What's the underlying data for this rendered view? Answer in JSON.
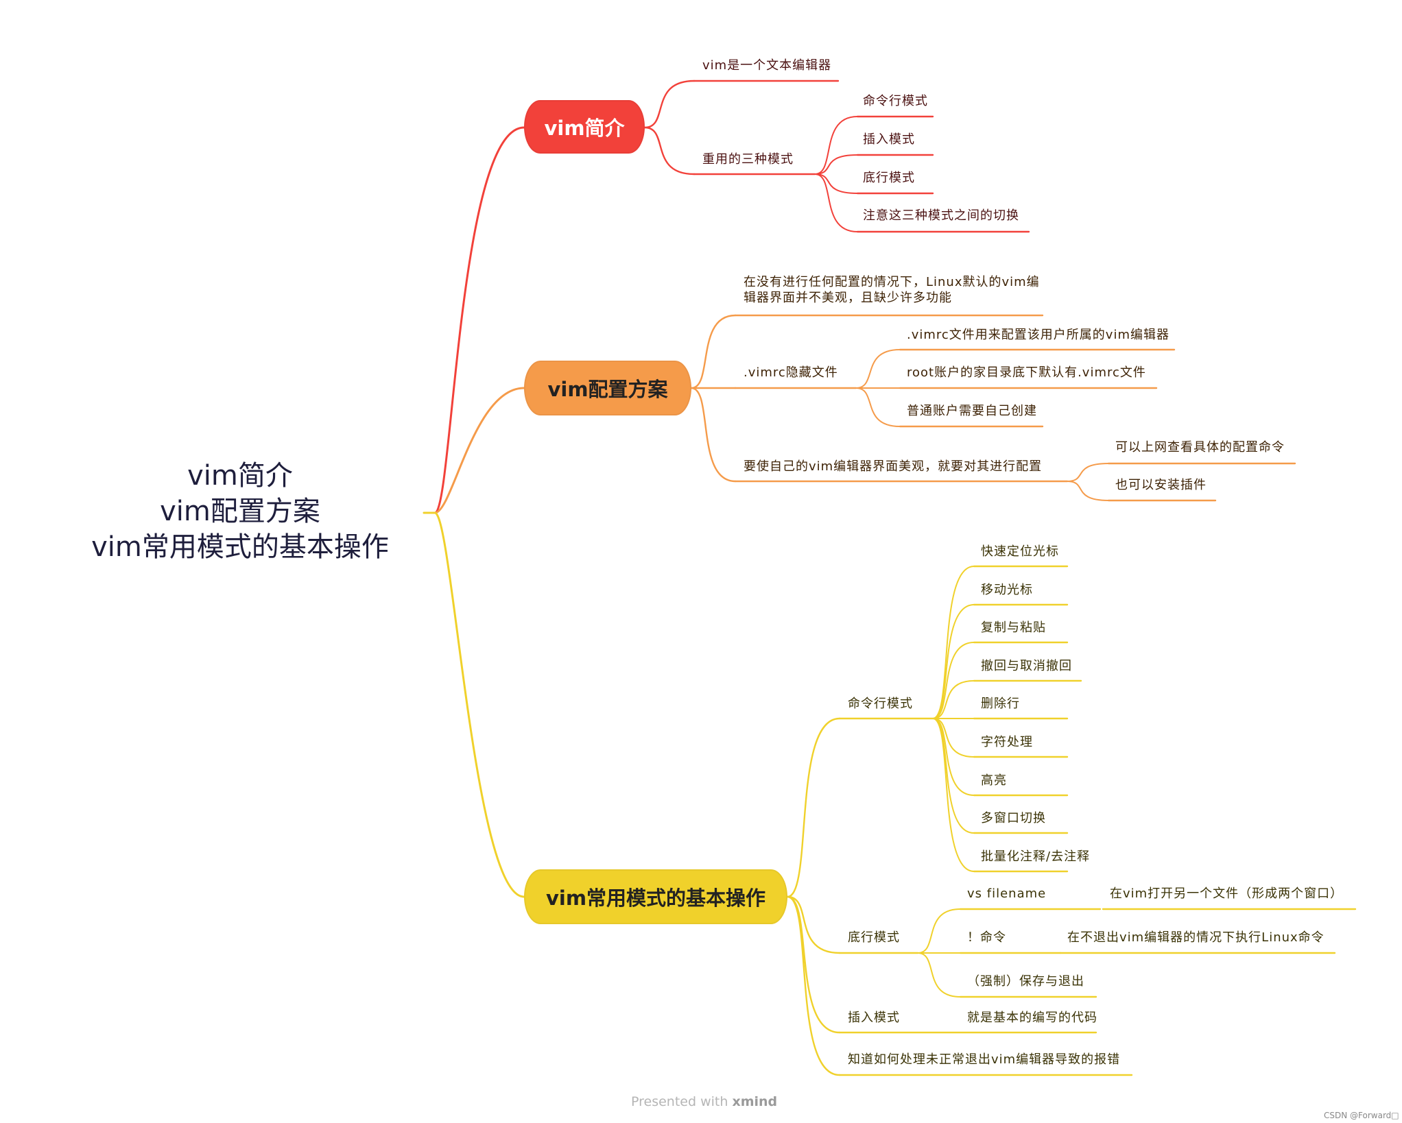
{
  "colors": {
    "red": "#f2413a",
    "orange": "#f59b4a",
    "yellow": "#f0d12b"
  },
  "central": {
    "lines": [
      "vim简介",
      "vim配置方案",
      "vim常用模式的基本操作"
    ]
  },
  "branches": [
    {
      "label": "vim简介",
      "color": "red",
      "children": [
        {
          "label": "vim是一个文本编辑器"
        },
        {
          "label": "重用的三种模式",
          "children": [
            {
              "label": "命令行模式"
            },
            {
              "label": "插入模式"
            },
            {
              "label": "底行模式"
            },
            {
              "label": "注意这三种模式之间的切换"
            }
          ]
        }
      ]
    },
    {
      "label": "vim配置方案",
      "color": "orange",
      "children": [
        {
          "label": "在没有进行任何配置的情况下，Linux默认的vim编\n辑器界面并不美观，且缺少许多功能"
        },
        {
          "label": ".vimrc隐藏文件",
          "children": [
            {
              "label": ".vimrc文件用来配置该用户所属的vim编辑器"
            },
            {
              "label": "root账户的家目录底下默认有.vimrc文件"
            },
            {
              "label": "普通账户需要自己创建"
            }
          ]
        },
        {
          "label": "要使自己的vim编辑器界面美观，就要对其进行配置",
          "children": [
            {
              "label": "可以上网查看具体的配置命令"
            },
            {
              "label": "也可以安装插件"
            }
          ]
        }
      ]
    },
    {
      "label": "vim常用模式的基本操作",
      "color": "yellow",
      "children": [
        {
          "label": "命令行模式",
          "children": [
            {
              "label": "快速定位光标"
            },
            {
              "label": "移动光标"
            },
            {
              "label": "复制与粘贴"
            },
            {
              "label": "撤回与取消撤回"
            },
            {
              "label": "删除行"
            },
            {
              "label": "字符处理"
            },
            {
              "label": "高亮"
            },
            {
              "label": "多窗口切换"
            },
            {
              "label": "批量化注释/去注释"
            }
          ]
        },
        {
          "label": "底行模式",
          "children": [
            {
              "label": "vs filename",
              "children": [
                {
                  "label": "在vim打开另一个文件（形成两个窗口）"
                }
              ]
            },
            {
              "label": "！命令",
              "children": [
                {
                  "label": "在不退出vim编辑器的情况下执行Linux命令"
                }
              ]
            },
            {
              "label": "（强制）保存与退出"
            }
          ]
        },
        {
          "label": "插入模式",
          "children": [
            {
              "label": "就是基本的编写的代码"
            }
          ]
        },
        {
          "label": "知道如何处理未正常退出vim编辑器导致的报错"
        }
      ]
    }
  ],
  "footer": {
    "prefix": "Presented with ",
    "brand": "xmind"
  },
  "credit": "CSDN @Forward□"
}
